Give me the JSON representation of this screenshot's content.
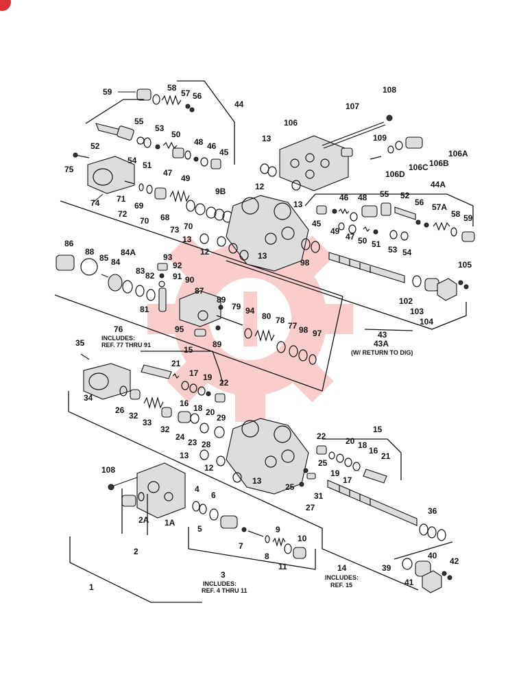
{
  "diagram": {
    "colors": {
      "ink": "#111111",
      "watermark": "#f05050",
      "badge": "#e0303a"
    },
    "labels": [
      {
        "id": "l59",
        "text": "59"
      },
      {
        "id": "l58",
        "text": "58"
      },
      {
        "id": "l57",
        "text": "57"
      },
      {
        "id": "l56",
        "text": "56"
      },
      {
        "id": "l44",
        "text": "44"
      },
      {
        "id": "l55",
        "text": "55"
      },
      {
        "id": "l53",
        "text": "53"
      },
      {
        "id": "l52",
        "text": "52"
      },
      {
        "id": "l54",
        "text": "54"
      },
      {
        "id": "l51",
        "text": "51"
      },
      {
        "id": "l50",
        "text": "50"
      },
      {
        "id": "l48",
        "text": "48"
      },
      {
        "id": "l47",
        "text": "47"
      },
      {
        "id": "l49",
        "text": "49"
      },
      {
        "id": "l46",
        "text": "46"
      },
      {
        "id": "l45",
        "text": "45"
      },
      {
        "id": "l75",
        "text": "75"
      },
      {
        "id": "l74",
        "text": "74"
      },
      {
        "id": "l71",
        "text": "71"
      },
      {
        "id": "l72",
        "text": "72"
      },
      {
        "id": "l69",
        "text": "69"
      },
      {
        "id": "l70",
        "text": "70"
      },
      {
        "id": "l68",
        "text": "68"
      },
      {
        "id": "l73",
        "text": "73"
      },
      {
        "id": "l70b",
        "text": "70"
      },
      {
        "id": "l9B",
        "text": "9B"
      },
      {
        "id": "l108a",
        "text": "108"
      },
      {
        "id": "l107",
        "text": "107"
      },
      {
        "id": "l106",
        "text": "106"
      },
      {
        "id": "l109",
        "text": "109"
      },
      {
        "id": "l106A",
        "text": "106A"
      },
      {
        "id": "l106B",
        "text": "106B"
      },
      {
        "id": "l106C",
        "text": "106C"
      },
      {
        "id": "l106D",
        "text": "106D"
      },
      {
        "id": "l13a",
        "text": "13"
      },
      {
        "id": "l12a",
        "text": "12"
      },
      {
        "id": "l13b",
        "text": "13"
      },
      {
        "id": "l44A",
        "text": "44A"
      },
      {
        "id": "l55b",
        "text": "55"
      },
      {
        "id": "l46b",
        "text": "46"
      },
      {
        "id": "l48b",
        "text": "48"
      },
      {
        "id": "l52b",
        "text": "52"
      },
      {
        "id": "l56b",
        "text": "56"
      },
      {
        "id": "l57A",
        "text": "57A"
      },
      {
        "id": "l58b",
        "text": "58"
      },
      {
        "id": "l59b",
        "text": "59"
      },
      {
        "id": "l45b",
        "text": "45"
      },
      {
        "id": "l49b",
        "text": "49"
      },
      {
        "id": "l47b",
        "text": "47"
      },
      {
        "id": "l50b",
        "text": "50"
      },
      {
        "id": "l51b",
        "text": "51"
      },
      {
        "id": "l53b",
        "text": "53"
      },
      {
        "id": "l54b",
        "text": "54"
      },
      {
        "id": "l13c",
        "text": "13"
      },
      {
        "id": "l12b",
        "text": "12"
      },
      {
        "id": "l13d",
        "text": "13"
      },
      {
        "id": "l98a",
        "text": "98"
      },
      {
        "id": "l86",
        "text": "86"
      },
      {
        "id": "l88",
        "text": "88"
      },
      {
        "id": "l85",
        "text": "85"
      },
      {
        "id": "l84",
        "text": "84"
      },
      {
        "id": "l84A",
        "text": "84A"
      },
      {
        "id": "l93",
        "text": "93"
      },
      {
        "id": "l92",
        "text": "92"
      },
      {
        "id": "l83",
        "text": "83"
      },
      {
        "id": "l82",
        "text": "82"
      },
      {
        "id": "l91",
        "text": "91"
      },
      {
        "id": "l90",
        "text": "90"
      },
      {
        "id": "l87",
        "text": "87"
      },
      {
        "id": "l81",
        "text": "81"
      },
      {
        "id": "l89a",
        "text": "89"
      },
      {
        "id": "l79",
        "text": "79"
      },
      {
        "id": "l94",
        "text": "94"
      },
      {
        "id": "l80",
        "text": "80"
      },
      {
        "id": "l78",
        "text": "78"
      },
      {
        "id": "l77",
        "text": "77"
      },
      {
        "id": "l98b",
        "text": "98"
      },
      {
        "id": "l97",
        "text": "97"
      },
      {
        "id": "l95",
        "text": "95"
      },
      {
        "id": "l89b",
        "text": "89"
      },
      {
        "id": "l76",
        "text": "76"
      },
      {
        "id": "l105",
        "text": "105"
      },
      {
        "id": "l102",
        "text": "102"
      },
      {
        "id": "l103",
        "text": "103"
      },
      {
        "id": "l104",
        "text": "104"
      },
      {
        "id": "l43",
        "text": "43"
      },
      {
        "id": "l43A",
        "text": "43A"
      },
      {
        "id": "l35",
        "text": "35"
      },
      {
        "id": "l15a",
        "text": "15"
      },
      {
        "id": "l21a",
        "text": "21"
      },
      {
        "id": "l17a",
        "text": "17"
      },
      {
        "id": "l19a",
        "text": "19"
      },
      {
        "id": "l22a",
        "text": "22"
      },
      {
        "id": "l16a",
        "text": "16"
      },
      {
        "id": "l18a",
        "text": "18"
      },
      {
        "id": "l20a",
        "text": "20"
      },
      {
        "id": "l34",
        "text": "34"
      },
      {
        "id": "l26",
        "text": "26"
      },
      {
        "id": "l32a",
        "text": "32"
      },
      {
        "id": "l33",
        "text": "33"
      },
      {
        "id": "l32b",
        "text": "32"
      },
      {
        "id": "l24",
        "text": "24"
      },
      {
        "id": "l23",
        "text": "23"
      },
      {
        "id": "l29",
        "text": "29"
      },
      {
        "id": "l28",
        "text": "28"
      },
      {
        "id": "l13e",
        "text": "13"
      },
      {
        "id": "l12c",
        "text": "12"
      },
      {
        "id": "l13f",
        "text": "13"
      },
      {
        "id": "l15b",
        "text": "15"
      },
      {
        "id": "l22b",
        "text": "22"
      },
      {
        "id": "l20b",
        "text": "20"
      },
      {
        "id": "l18b",
        "text": "18"
      },
      {
        "id": "l16b",
        "text": "16"
      },
      {
        "id": "l21b",
        "text": "21"
      },
      {
        "id": "l25a",
        "text": "25"
      },
      {
        "id": "l19b",
        "text": "19"
      },
      {
        "id": "l17b",
        "text": "17"
      },
      {
        "id": "l25b",
        "text": "25"
      },
      {
        "id": "l31",
        "text": "31"
      },
      {
        "id": "l27",
        "text": "27"
      },
      {
        "id": "l108b",
        "text": "108"
      },
      {
        "id": "l2A",
        "text": "2A"
      },
      {
        "id": "l1A",
        "text": "1A"
      },
      {
        "id": "l2",
        "text": "2"
      },
      {
        "id": "l4",
        "text": "4"
      },
      {
        "id": "l6",
        "text": "6"
      },
      {
        "id": "l5",
        "text": "5"
      },
      {
        "id": "l7",
        "text": "7"
      },
      {
        "id": "l9",
        "text": "9"
      },
      {
        "id": "l10",
        "text": "10"
      },
      {
        "id": "l8",
        "text": "8"
      },
      {
        "id": "l11",
        "text": "11"
      },
      {
        "id": "l36",
        "text": "36"
      },
      {
        "id": "l40",
        "text": "40"
      },
      {
        "id": "l42",
        "text": "42"
      },
      {
        "id": "l39",
        "text": "39"
      },
      {
        "id": "l41",
        "text": "41"
      },
      {
        "id": "l3",
        "text": "3"
      },
      {
        "id": "l14",
        "text": "14"
      },
      {
        "id": "l1",
        "text": "1"
      }
    ],
    "notes": {
      "n76a": "INCLUDES:",
      "n76b": "REF. 77 THRU 91",
      "n43": "(W/ RETURN TO DIG)",
      "n3a": "INCLUDES:",
      "n3b": "REF. 4 THRU 11",
      "n14a": "INCLUDES:",
      "n14b": "REF. 15"
    }
  }
}
